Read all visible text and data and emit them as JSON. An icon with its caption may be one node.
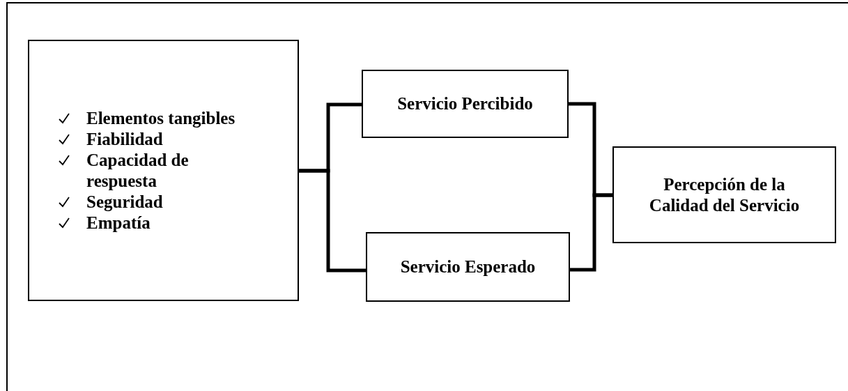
{
  "diagram": {
    "nodes": [
      {
        "text": [
          "Elementos tangibles",
          "Fiabilidad",
          "Capacidad de respuesta",
          "Seguridad",
          "Empatía"
        ]
      },
      {
        "text": [
          "Servicio Percibido"
        ]
      },
      {
        "text": [
          "Servicio Esperado"
        ]
      },
      {
        "text": [
          "Percepción de la Calidad del Servicio"
        ]
      }
    ],
    "edges": [
      {
        "from": 0,
        "to": 1,
        "arrow": "none"
      },
      {
        "from": 0,
        "to": 2,
        "arrow": "none"
      },
      {
        "from": 1,
        "to": 3,
        "arrow": "none"
      },
      {
        "from": 2,
        "to": 3,
        "arrow": "none"
      }
    ]
  }
}
